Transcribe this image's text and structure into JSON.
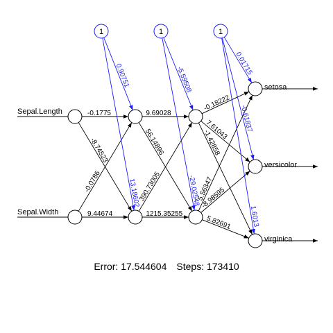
{
  "colors": {
    "weights": "#000000",
    "bias": "#1a1aff"
  },
  "inputs": [
    "Sepal.Length",
    "Sepal.Width"
  ],
  "outputs": [
    "setosa",
    "versicolor",
    "virginica"
  ],
  "bias_label": "1",
  "weights": {
    "in_h1": [
      [
        "-0.1775",
        "-8.74523"
      ],
      [
        "-0.0786",
        "9.44674"
      ]
    ],
    "h1_h2": [
      [
        "9.69028",
        "56.14896"
      ],
      [
        "390.73005",
        "1215.35255"
      ]
    ],
    "h2_out": [
      [
        "-0.18222",
        "7.61043",
        "-1.42858"
      ],
      [
        "5.56347",
        "-8.98595",
        "5.82691"
      ]
    ],
    "bias_h1": [
      "0.90751",
      "13.18602"
    ],
    "bias_h2": [
      "-5.59508",
      "-29.02548"
    ],
    "bias_out": [
      "0.01715",
      "-0.61837",
      "1.6013"
    ]
  },
  "footer": {
    "error": "Error: 17.544604",
    "steps": "Steps: 173410"
  }
}
